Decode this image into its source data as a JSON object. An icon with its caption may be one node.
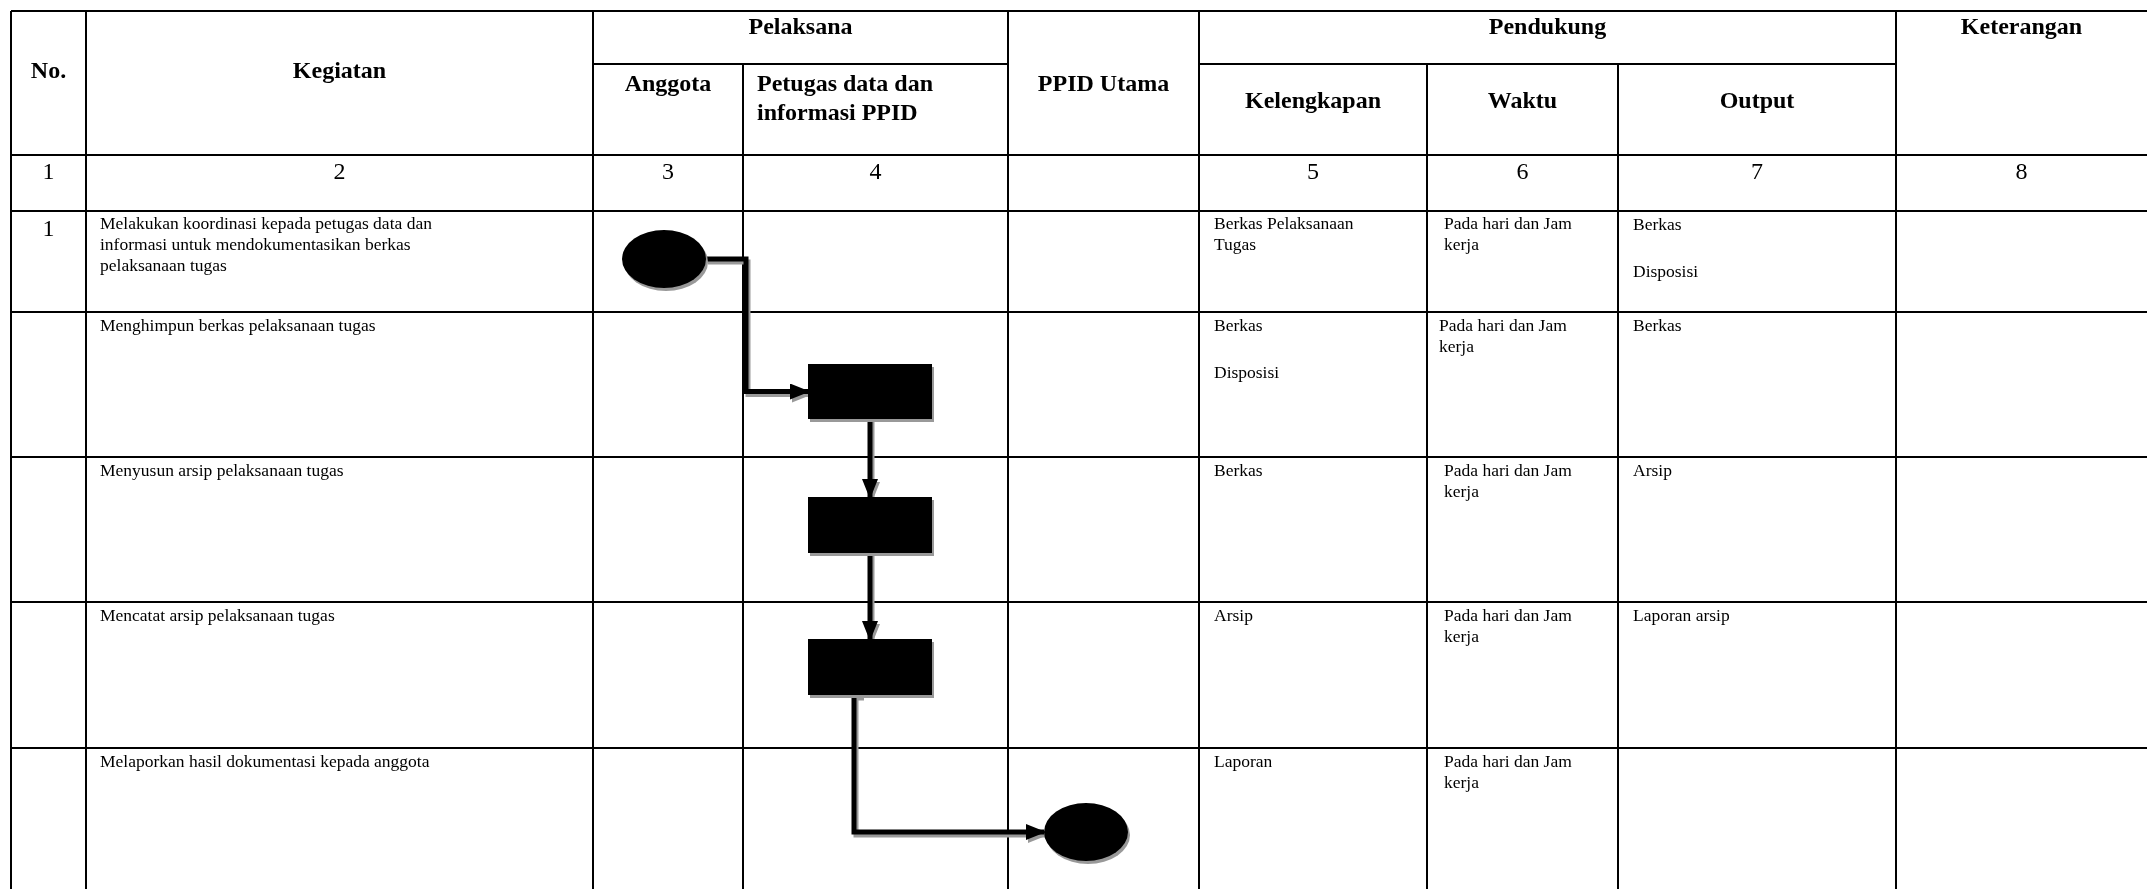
{
  "diagram": {
    "nodes": [
      {
        "text": [],
        "shape": "ellipse"
      },
      {
        "text": [],
        "shape": "box"
      },
      {
        "text": [],
        "shape": "box"
      },
      {
        "text": [],
        "shape": "box"
      },
      {
        "text": [],
        "shape": "ellipse"
      }
    ],
    "edges": [
      {
        "from": 0,
        "to": 1,
        "arrow": "to"
      },
      {
        "from": 1,
        "to": 2,
        "arrow": "to"
      },
      {
        "from": 2,
        "to": 3,
        "arrow": "to"
      },
      {
        "from": 3,
        "to": 4,
        "arrow": "to"
      }
    ],
    "labels": [
      "No.",
      "Kegiatan",
      "Pelaksana",
      "Pendukung",
      "Keterangan",
      "Anggota",
      "Petugas data dan informasi PPID",
      "PPID Utama",
      "Kelengkapan",
      "Waktu",
      "Output",
      "1",
      "2",
      "3",
      "4",
      "5",
      "6",
      "7",
      "8",
      "1",
      "Melakukan koordinasi kepada petugas data dan informasi untuk mendokumentasikan berkas pelaksanaan tugas",
      "Berkas Pelaksanaan Tugas",
      "Pada hari dan Jam kerja",
      "Berkas",
      "Disposisi",
      "Menghimpun berkas pelaksanaan tugas",
      "Berkas",
      "Disposisi",
      "Pada hari dan Jam kerja",
      "Berkas",
      "Menyusun arsip pelaksanaan tugas",
      "Berkas",
      "Pada hari dan Jam kerja",
      "Arsip",
      "Mencatat arsip pelaksanaan tugas",
      "Arsip",
      "Pada hari dan Jam kerja",
      "Laporan arsip",
      "Melaporkan hasil dokumentasi kepada anggota",
      "Laporan",
      "Pada hari dan Jam kerja"
    ]
  }
}
